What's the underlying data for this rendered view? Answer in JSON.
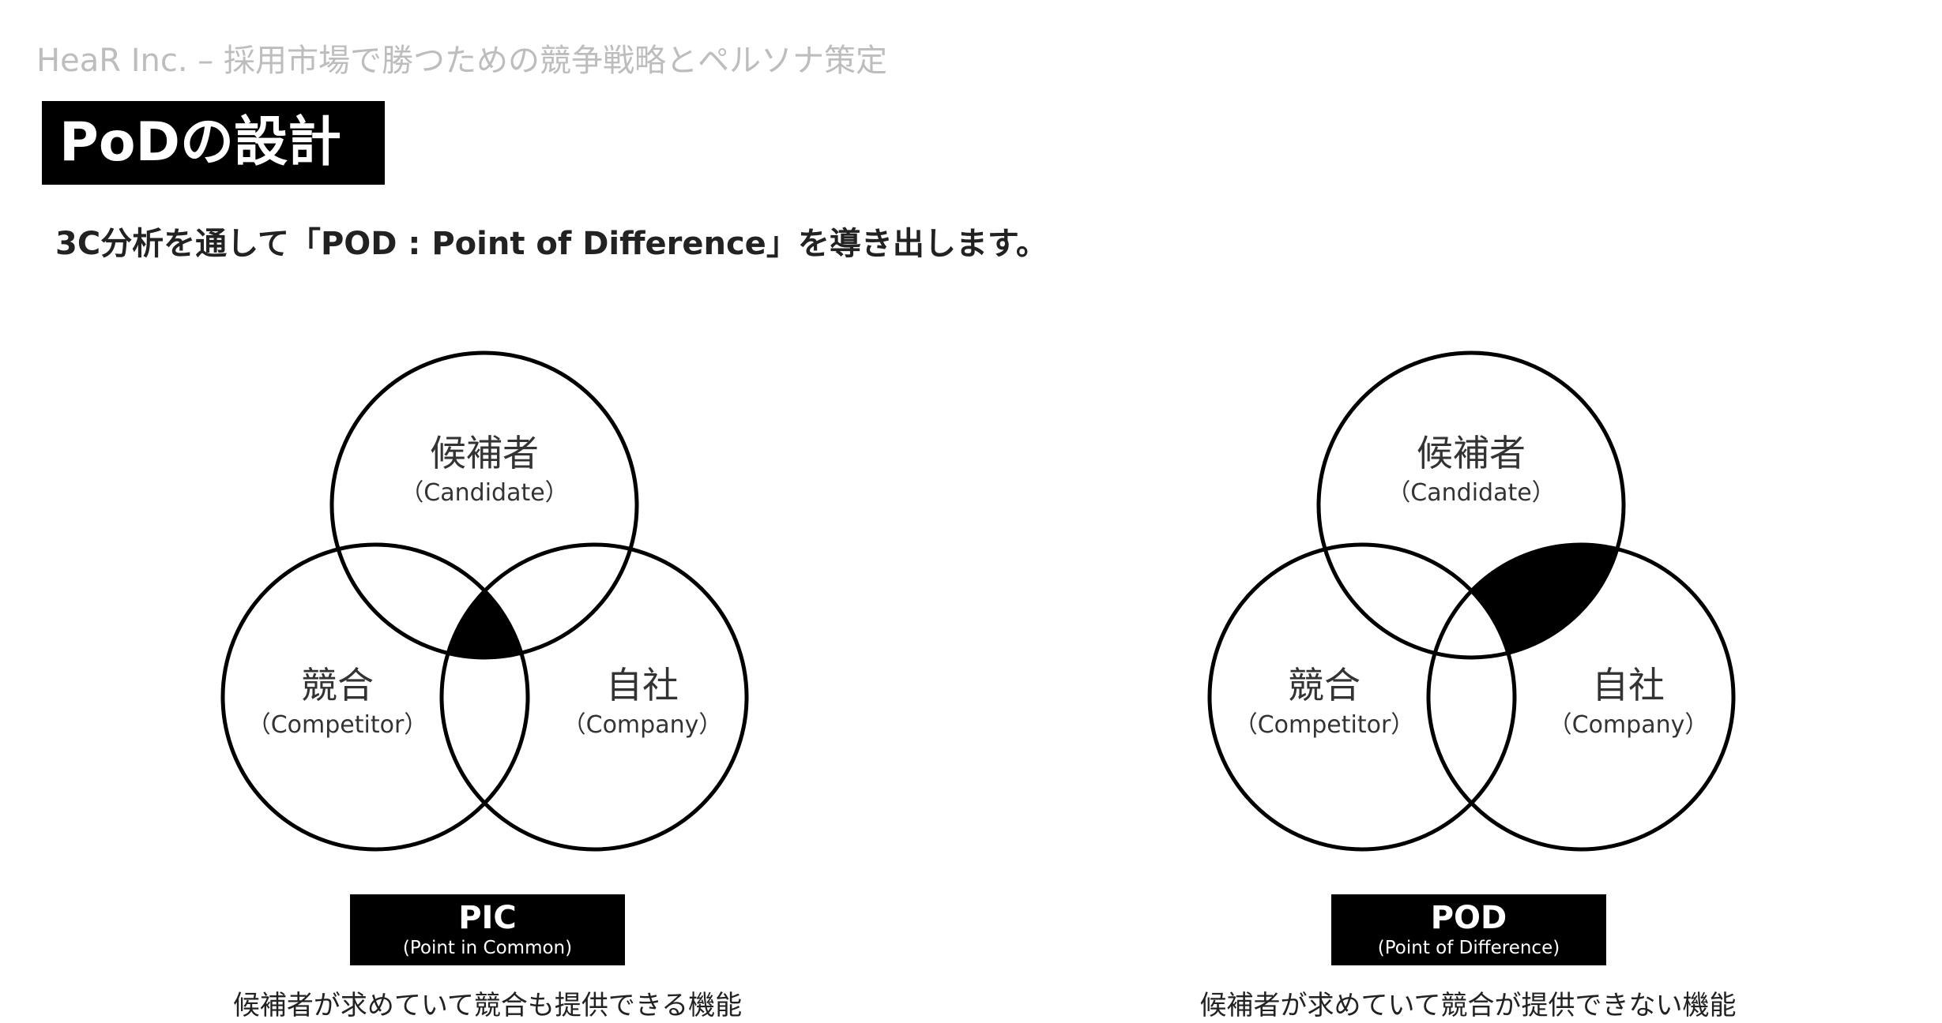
{
  "header": {
    "title": "HeaR Inc. – 採用市場で勝つための競争戦略とペルソナ策定"
  },
  "section": {
    "title": "PoDの設計",
    "lead": "3C分析を通して「POD : Point of Difference」を導き出します。"
  },
  "diagrams": [
    {
      "highlight": "center",
      "circles": {
        "candidate": {
          "label": "候補者",
          "sub": "（Candidate）"
        },
        "competitor": {
          "label": "競合",
          "sub": "（Competitor）"
        },
        "company": {
          "label": "自社",
          "sub": "（Company）"
        }
      },
      "box_title": "PIC",
      "box_sub": "(Point in Common)",
      "caption": "候補者が求めていて競合も提供できる機能"
    },
    {
      "highlight": "candidate-company-only",
      "circles": {
        "candidate": {
          "label": "候補者",
          "sub": "（Candidate）"
        },
        "competitor": {
          "label": "競合",
          "sub": "（Competitor）"
        },
        "company": {
          "label": "自社",
          "sub": "（Company）"
        }
      },
      "box_title": "POD",
      "box_sub": "(Point of Difference)",
      "caption": "候補者が求めていて競合が提供できない機能"
    }
  ],
  "colors": {
    "highlight": "#000000",
    "outline": "#000000",
    "header_text": "#bdbdbd"
  }
}
